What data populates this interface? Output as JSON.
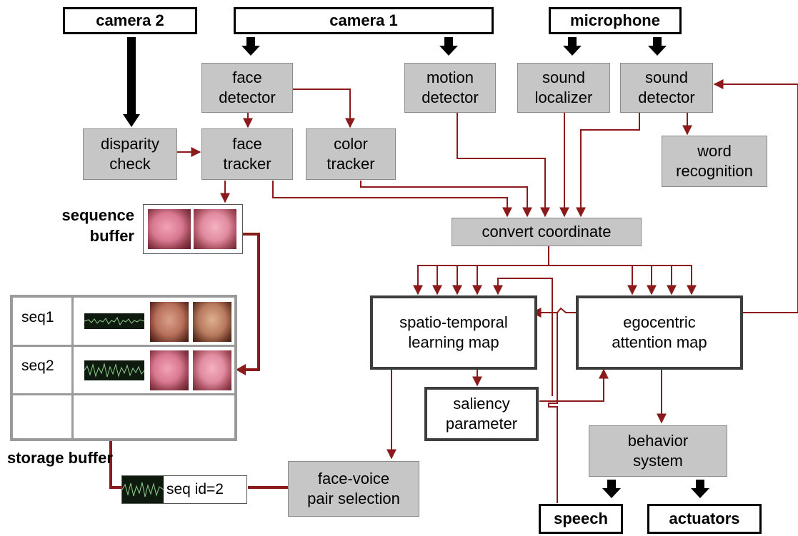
{
  "colors": {
    "wire": "#8b1a1a",
    "arrow_dark": "#000000",
    "box_gray": "#c6c6c6"
  },
  "inputs": {
    "camera2": "camera 2",
    "camera1": "camera 1",
    "microphone": "microphone"
  },
  "modules": {
    "face_detector": [
      "face",
      "detector"
    ],
    "motion_detector": [
      "motion",
      "detector"
    ],
    "sound_localizer": [
      "sound",
      "localizer"
    ],
    "sound_detector": [
      "sound",
      "detector"
    ],
    "disparity_check": [
      "disparity",
      "check"
    ],
    "face_tracker": [
      "face",
      "tracker"
    ],
    "color_tracker": [
      "color",
      "tracker"
    ],
    "word_recognition": [
      "word",
      "recognition"
    ],
    "convert_coordinate": "convert coordinate",
    "spatio_temporal": [
      "spatio-temporal",
      "learning map"
    ],
    "egocentric": [
      "egocentric",
      "attention map"
    ],
    "saliency": [
      "saliency",
      "parameter"
    ],
    "behavior": [
      "behavior",
      "system"
    ],
    "face_voice": [
      "face-voice",
      "pair selection"
    ]
  },
  "outputs": {
    "speech": "speech",
    "actuators": "actuators"
  },
  "buffers": {
    "sequence_buffer": [
      "sequence",
      "buffer"
    ],
    "storage_buffer": "storage buffer",
    "rows": [
      "seq1",
      "seq2"
    ],
    "seq_id": "seq id=2"
  }
}
